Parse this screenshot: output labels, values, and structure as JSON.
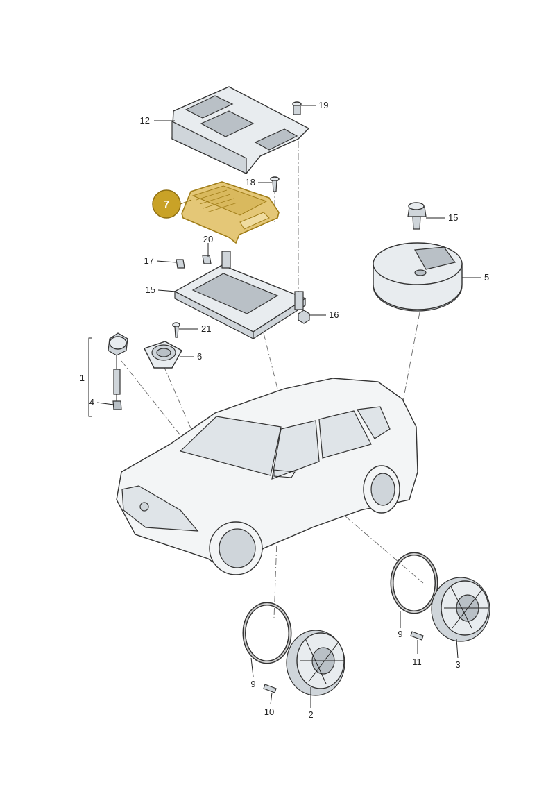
{
  "diagram": {
    "highlight": {
      "label": "7",
      "color": "#c9a227"
    },
    "callouts": [
      {
        "id": "c1",
        "label": "1"
      },
      {
        "id": "c2",
        "label": "2"
      },
      {
        "id": "c3",
        "label": "3"
      },
      {
        "id": "c4",
        "label": "4"
      },
      {
        "id": "c5",
        "label": "5"
      },
      {
        "id": "c6",
        "label": "6"
      },
      {
        "id": "c9a",
        "label": "9"
      },
      {
        "id": "c9b",
        "label": "9"
      },
      {
        "id": "c10",
        "label": "10"
      },
      {
        "id": "c11",
        "label": "11"
      },
      {
        "id": "c12",
        "label": "12"
      },
      {
        "id": "c15a",
        "label": "15"
      },
      {
        "id": "c15b",
        "label": "15"
      },
      {
        "id": "c16",
        "label": "16"
      },
      {
        "id": "c17",
        "label": "17"
      },
      {
        "id": "c18",
        "label": "18"
      },
      {
        "id": "c19",
        "label": "19"
      },
      {
        "id": "c20",
        "label": "20"
      },
      {
        "id": "c21",
        "label": "21"
      }
    ]
  }
}
